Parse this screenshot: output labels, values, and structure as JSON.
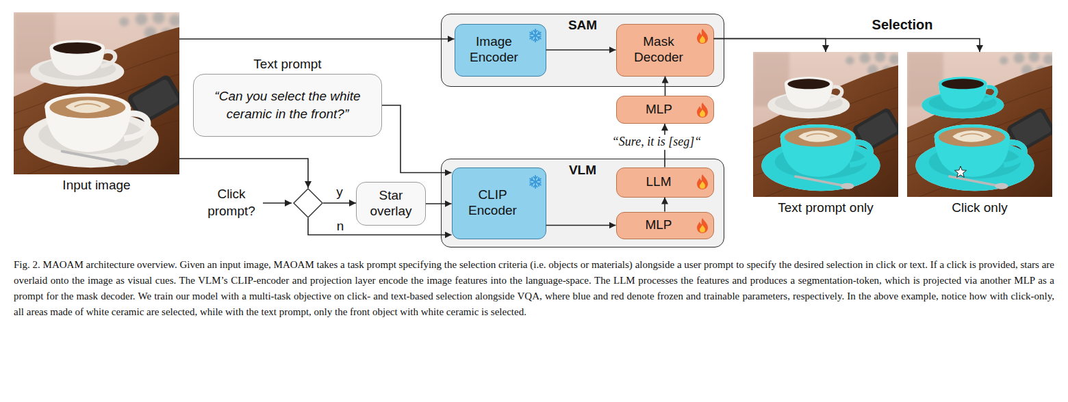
{
  "diagram": {
    "caption": "Fig. 2. MAOAM architecture overview. Given an input image, MAOAM takes a task prompt specifying the selection criteria (i.e. objects or materials) alongside a user prompt to specify the desired selection in click or text. If a click is provided, stars are overlaid onto the image as visual cues. The VLM’s CLIP-encoder and projection layer encode the image features into the language-space. The LLM processes the features and produces a segmentation-token, which is projected via another MLP as a prompt for the mask decoder. We train our model with a multi-task objective on click- and text-based selection alongside VQA, where blue and red denote frozen and trainable parameters, respectively. In the above example, notice how with click-only, all areas made of white ceramic are selected, while with the text prompt, only the front object with white ceramic is selected.",
    "nodes": [
      {
        "text": [
          "Input image"
        ]
      },
      {
        "text": [
          "Text prompt",
          "“Can you select the white ceramic in the front?”"
        ]
      },
      {
        "text": [
          "Click prompt?"
        ]
      },
      {
        "text": [
          "Star overlay"
        ]
      },
      {
        "text": [
          "SAM"
        ]
      },
      {
        "text": [
          "Image Encoder"
        ],
        "in": 4
      },
      {
        "text": [
          "Mask Decoder"
        ],
        "in": 4
      },
      {
        "text": [
          "MLP"
        ]
      },
      {
        "text": [
          "VLM"
        ]
      },
      {
        "text": [
          "CLIP Encoder"
        ],
        "in": 8
      },
      {
        "text": [
          "LLM"
        ],
        "in": 8
      },
      {
        "text": [
          "MLP"
        ],
        "in": 8
      },
      {
        "text": [
          "Text prompt only"
        ]
      },
      {
        "text": [
          "Click only"
        ]
      }
    ],
    "edges": [
      {
        "from": 0,
        "to": 5,
        "arrow": "to"
      },
      {
        "from": 0,
        "to": 2,
        "arrow": "to"
      },
      {
        "from": 1,
        "to": 9,
        "arrow": "to"
      },
      {
        "from": 2,
        "to": 3,
        "label": "y",
        "arrow": "to"
      },
      {
        "from": 2,
        "to": 9,
        "label": "n",
        "arrow": "to"
      },
      {
        "from": 3,
        "to": 9,
        "arrow": "to"
      },
      {
        "from": 5,
        "to": 6,
        "arrow": "to"
      },
      {
        "from": 9,
        "to": 11,
        "arrow": "to"
      },
      {
        "from": 11,
        "to": 10,
        "arrow": "to"
      },
      {
        "from": 10,
        "to": 7,
        "label": "“Sure, it is [seg]“",
        "arrow": "to"
      },
      {
        "from": 7,
        "to": 6,
        "arrow": "to"
      },
      {
        "from": 6,
        "to": 12,
        "arrow": "to"
      },
      {
        "from": 6,
        "to": 13,
        "arrow": "to"
      }
    ],
    "labels": [
      "Selection"
    ]
  }
}
